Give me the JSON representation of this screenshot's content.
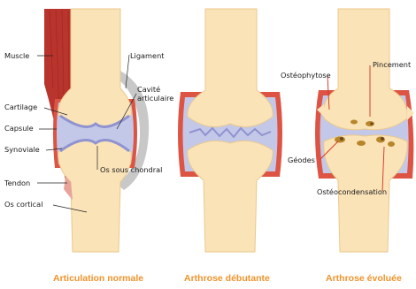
{
  "colors": {
    "bone": "#fbe3b8",
    "bone_edge": "#e9c98d",
    "capsule": "#dd5444",
    "synovial": "#c4c8e8",
    "cartilage": "#8f93d0",
    "muscle": "#b8342c",
    "ligament": "#c8c8c8",
    "caption": "#f0932b",
    "geode": "#b7862a"
  },
  "panel_normal": {
    "labels": {
      "muscle": "Muscle",
      "cartilage": "Cartilage",
      "capsule": "Capsule",
      "synovial": "Synoviale",
      "tendon": "Tendon",
      "cortical": "Os cortical",
      "ligament": "Ligament",
      "cavity_line1": "Cavité",
      "cavity_line2": "articulaire",
      "subchondral": "Os sous chondral"
    },
    "caption": "Articulation normale"
  },
  "panel_early": {
    "caption": "Arthrose débutante"
  },
  "panel_advanced": {
    "labels": {
      "osteophytosis": "Ostéophytose",
      "pinching": "Pincement",
      "geodes": "Géodes",
      "osteocondensation": "Ostéocondensation"
    },
    "caption": "Arthrose évoluée"
  }
}
